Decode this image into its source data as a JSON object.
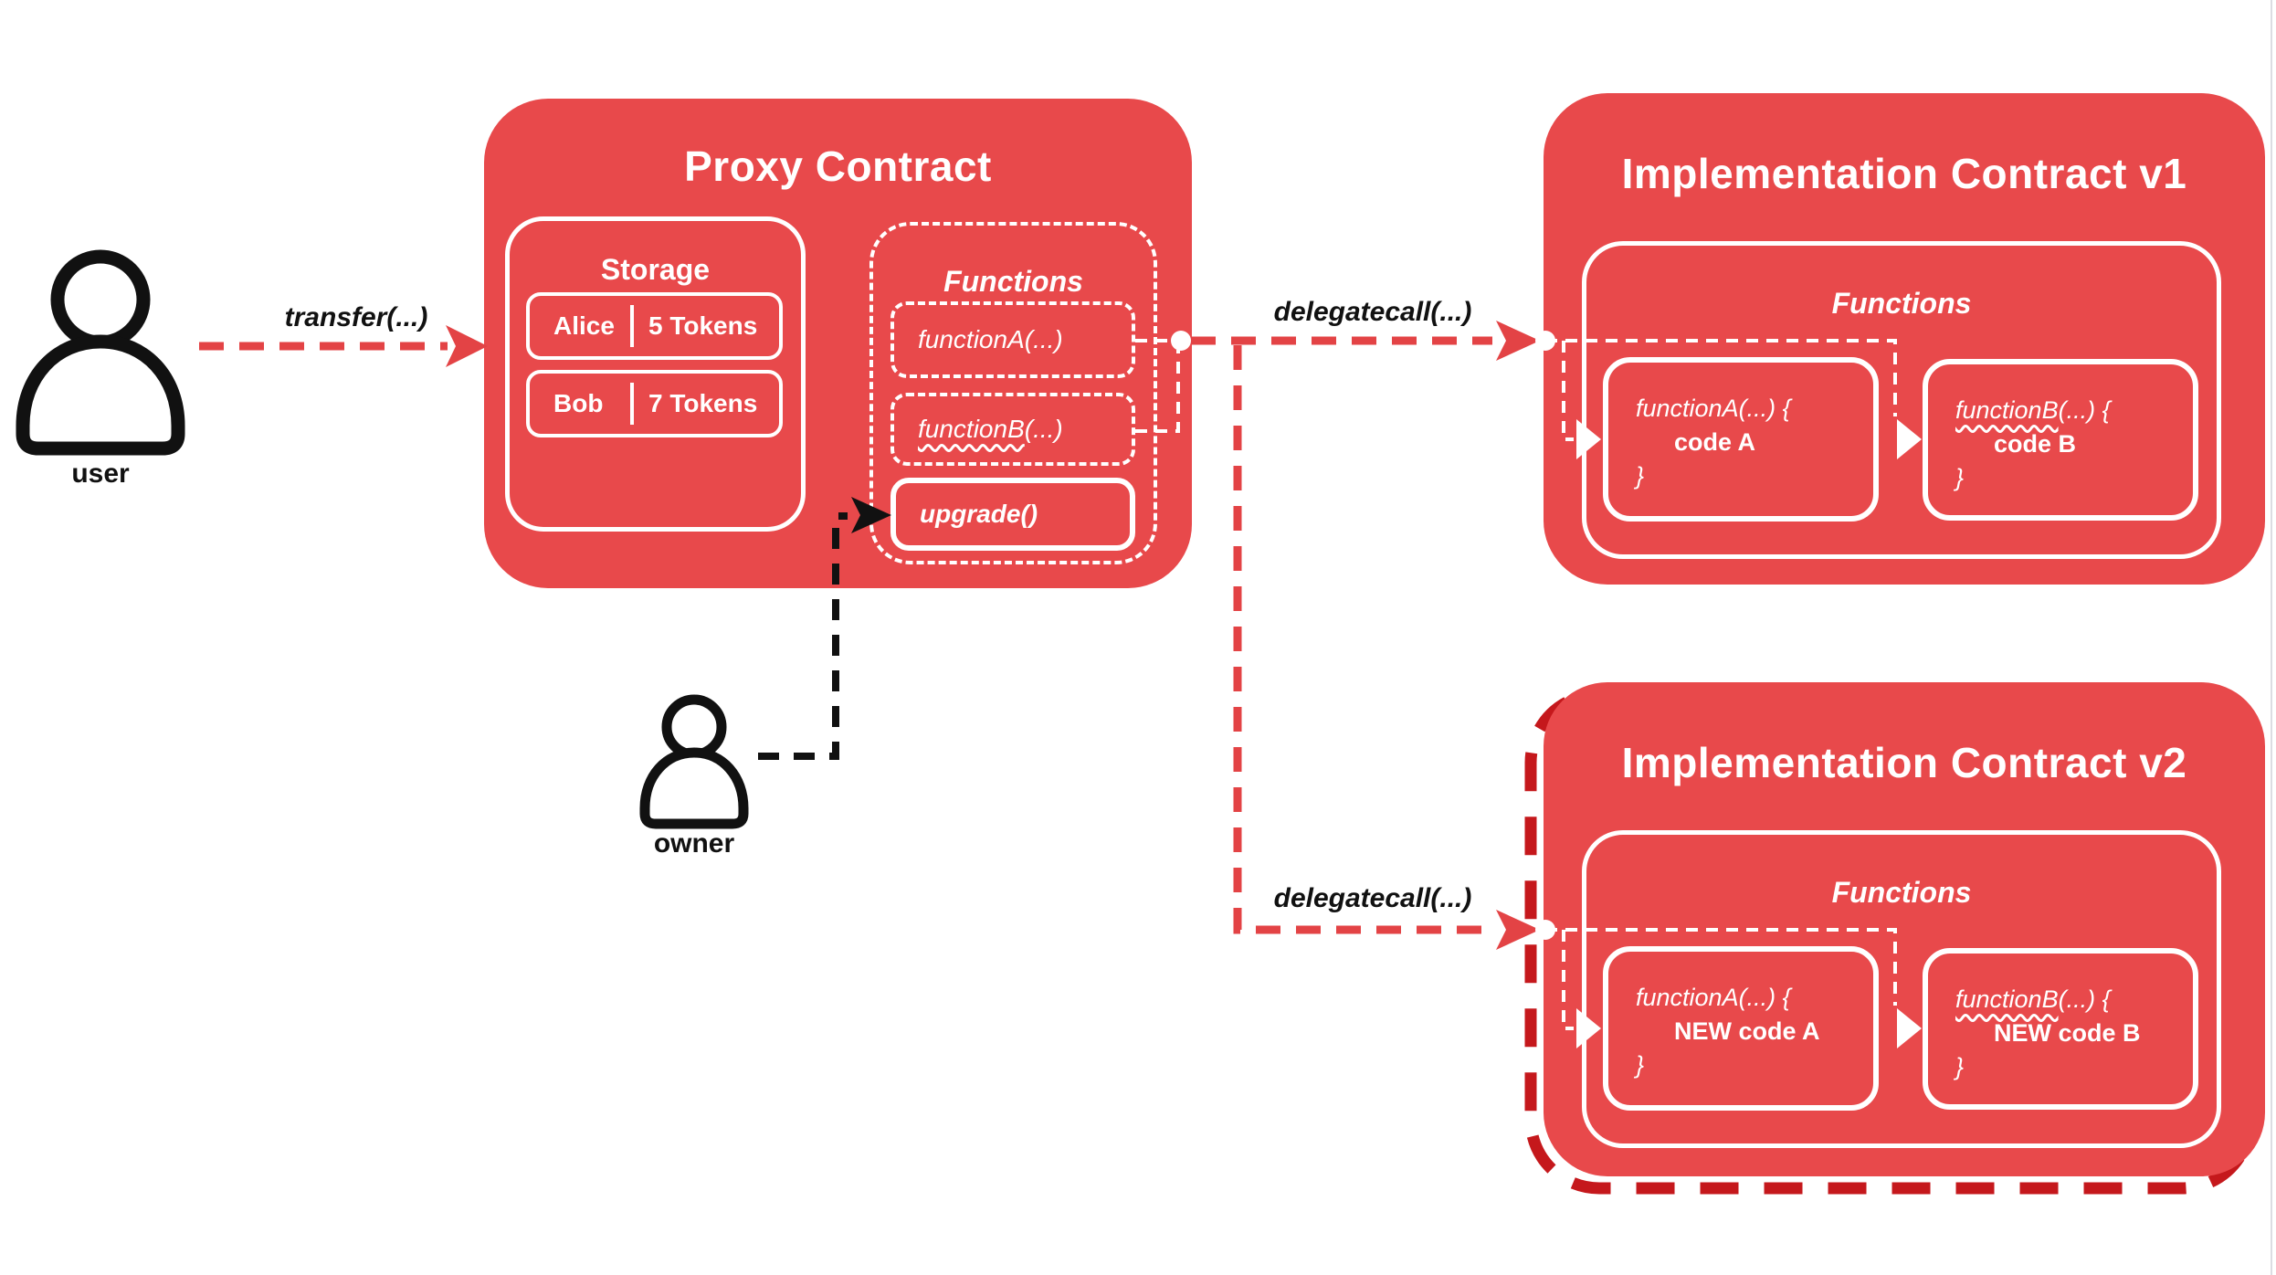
{
  "colors": {
    "contract_fill": "#E8494B",
    "arrow_red": "#E34345",
    "v2_outline_dark_red": "#C5181C",
    "line_black": "#111111",
    "line_white": "#FFFFFF"
  },
  "actors": {
    "user_label": "user",
    "owner_label": "owner"
  },
  "arrows": {
    "transfer_label": "transfer(...)",
    "delegatecall_v1_label": "delegatecall(...)",
    "delegatecall_v2_label": "delegatecall(...)"
  },
  "proxy": {
    "title": "Proxy Contract",
    "storage": {
      "title": "Storage",
      "rows": [
        {
          "name": "Alice",
          "value": "5 Tokens"
        },
        {
          "name": "Bob",
          "value": "7 Tokens"
        }
      ]
    },
    "functions": {
      "title": "Functions",
      "function_a": {
        "name": "functionA",
        "args": "(...)"
      },
      "function_b": {
        "name": "functionB",
        "args": "(...)"
      },
      "upgrade_label": "upgrade()"
    }
  },
  "impl_v1": {
    "title": "Implementation Contract v1",
    "functions": {
      "title": "Functions",
      "function_a": {
        "name": "functionA",
        "args": "(...) {",
        "body": "code A",
        "close": "}"
      },
      "function_b": {
        "name": "functionB",
        "args": "(...) {",
        "body": "code B",
        "close": "}"
      }
    }
  },
  "impl_v2": {
    "title": "Implementation Contract v2",
    "functions": {
      "title": "Functions",
      "function_a": {
        "name": "functionA",
        "args": "(...) {",
        "body": "NEW code A",
        "close": "}"
      },
      "function_b": {
        "name": "functionB",
        "args": "(...) {",
        "body": "NEW code B",
        "close": "}"
      }
    }
  }
}
